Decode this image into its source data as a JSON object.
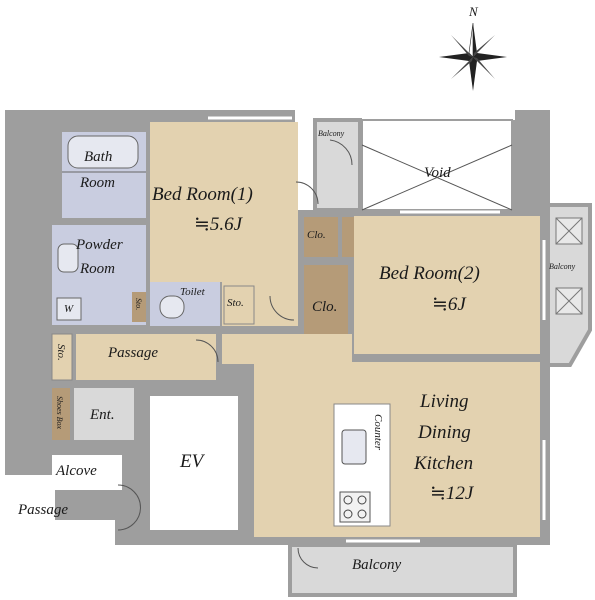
{
  "compass": {
    "north": "N"
  },
  "rooms": {
    "bath": "Bath",
    "bath_room": "Room",
    "bedroom1": "Bed Room(1)",
    "bedroom1_size": "≒5.6J",
    "powder": "Powder",
    "powder_room": "Room",
    "washer": "W",
    "toilet": "Toilet",
    "sto_small": "Sto.",
    "sto_right": "Sto.",
    "clo_upper": "Clo.",
    "clo_lower": "Clo.",
    "bedroom2": "Bed Room(2)",
    "bedroom2_size": "≒6J",
    "balcony_top": "Balcony",
    "void": "Void",
    "balcony_right": "Balcony",
    "sto_left": "Sto.",
    "passage": "Passage",
    "shoes_box": "Shoes Box",
    "entrance": "Ent.",
    "ev": "EV",
    "counter": "Counter",
    "ldk_1": "Living",
    "ldk_2": "Dining",
    "ldk_3": "Kitchen",
    "ldk_size": "≒12J",
    "alcove": "Alcove",
    "passage_outside": "Passage",
    "balcony_bottom": "Balcony"
  },
  "colors": {
    "wall": "#9e9e9e",
    "room_tan": "#e3d2b0",
    "closet_brown": "#b59b78",
    "wet_area": "#c9cde0",
    "balcony_grey": "#d9d9d9",
    "ev_white": "#ffffff"
  }
}
